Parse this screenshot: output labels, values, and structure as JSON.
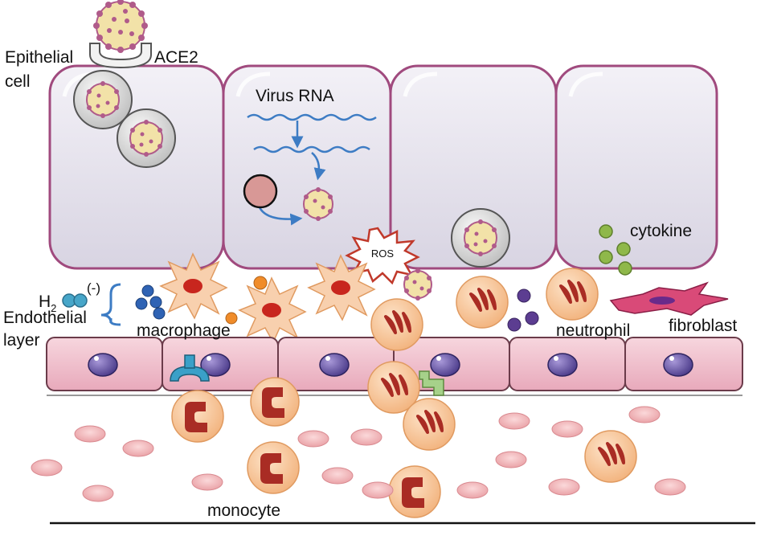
{
  "labels": {
    "epithelial_line1": "Epithelial",
    "epithelial_line2": "cell",
    "ace2": "ACE2",
    "virus_rna": "Virus RNA",
    "ros": "ROS",
    "cytokine": "cytokine",
    "h2_main": "H",
    "h2_sub": "2",
    "inhibit": "(-)",
    "endothelial_line1": "Endothelial",
    "endothelial_line2": "layer",
    "macrophage": "macrophage",
    "neutrophil": "neutrophil",
    "fibroblast": "fibroblast",
    "monocyte": "monocyte"
  },
  "colors": {
    "epithelial_fill": "#e4e1ec",
    "epithelial_border": "#a04a7e",
    "rna": "#3d7cc4",
    "macrophage": "#f8d0ae",
    "macrophage_nucleus": "#c8261e",
    "leukocyte": "#f8c79a",
    "leukocyte_nucleus": "#a92c24",
    "endothelial": "#f0c4cf",
    "endothelial_nucleus": "#6a5aa6",
    "rbc": "#f5c3c6",
    "cytokine": "#8fb84a",
    "h2": "#47a6c9",
    "purple_dot": "#5c3d91",
    "orange_dot": "#f08c2a",
    "blue_dot": "#2f63b4",
    "fibroblast": "#d94a78"
  }
}
